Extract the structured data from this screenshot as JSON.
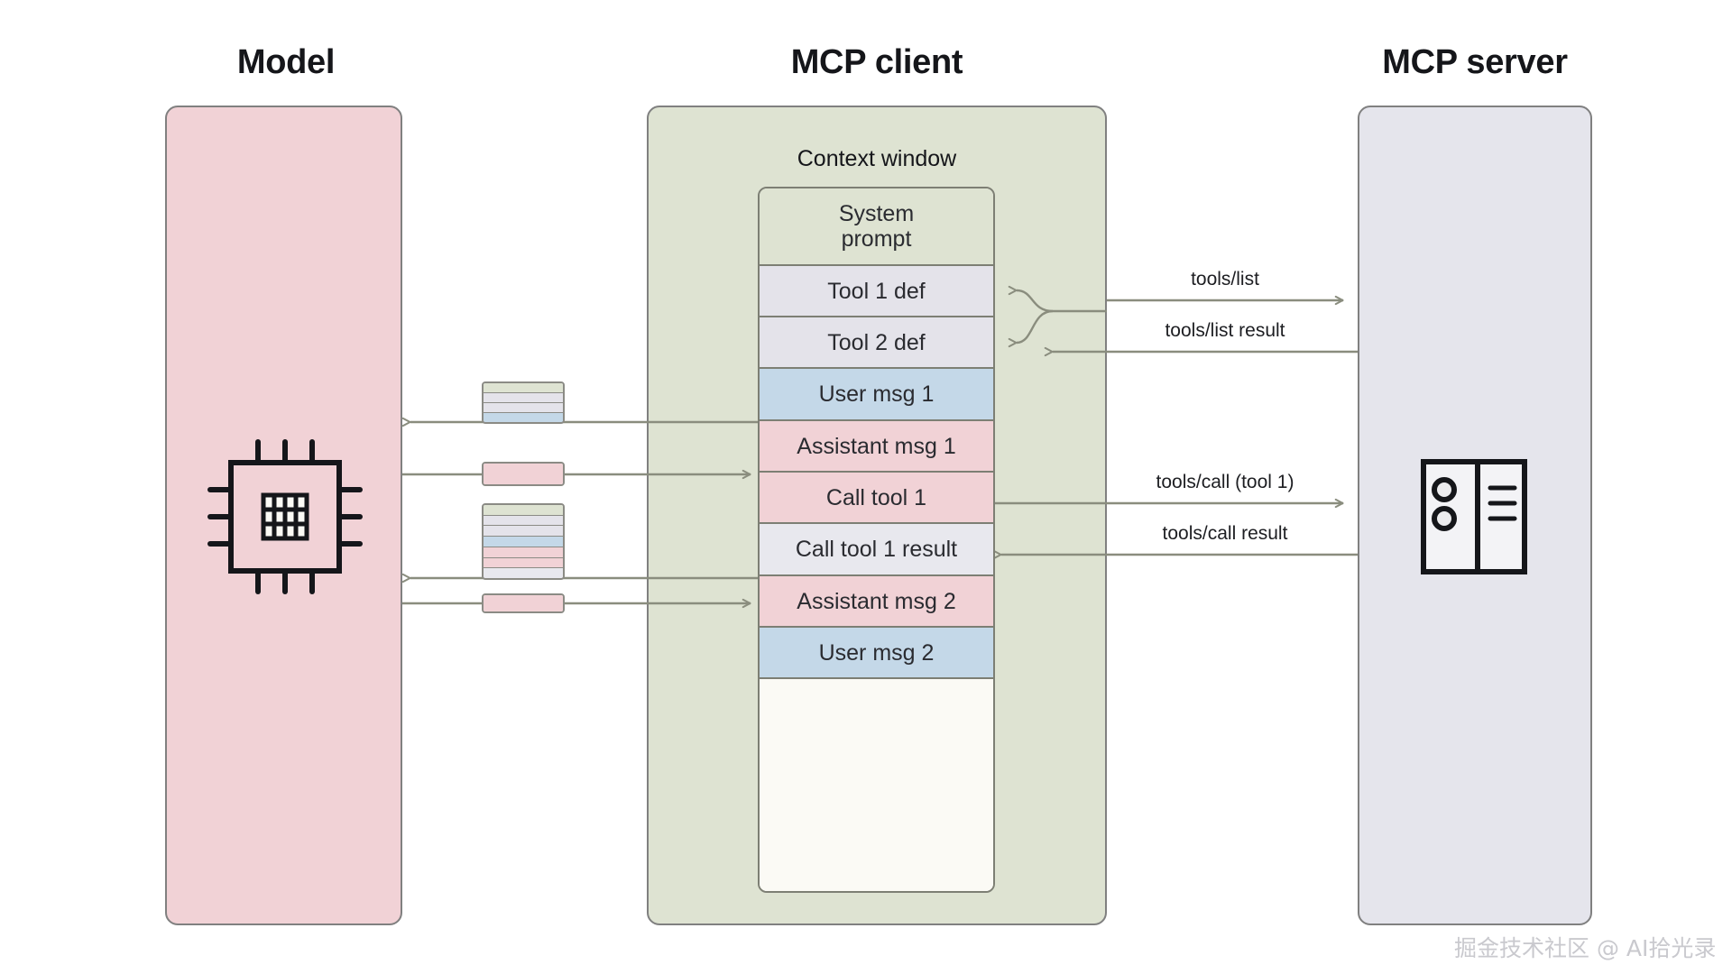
{
  "diagram": {
    "title_model": "Model",
    "title_client": "MCP client",
    "title_server": "MCP server",
    "context_window_label": "Context window",
    "watermark": "掘金技术社区 @ AI拾光录"
  },
  "colors": {
    "model_panel": "#f1d2d6",
    "client_panel": "#dee3d2",
    "server_panel": "#e5e5ec",
    "system": "#dee3d2",
    "tool_def": "#e4e3ea",
    "user_msg": "#c4d8e8",
    "assistant_msg": "#f1d2d6",
    "tool_result": "#e8e8ee",
    "empty": "#fbfaf5",
    "stroke": "#7d7f74",
    "arrow": "#8a8d7e",
    "text": "#2a2b30"
  },
  "context_rows": [
    {
      "label": "System\nprompt",
      "kind": "system",
      "fill": "#dee3d2"
    },
    {
      "label": "Tool 1 def",
      "kind": "tool-def",
      "fill": "#e4e3ea"
    },
    {
      "label": "Tool 2 def",
      "kind": "tool-def",
      "fill": "#e4e3ea"
    },
    {
      "label": "User msg 1",
      "kind": "user",
      "fill": "#c4d8e8"
    },
    {
      "label": "Assistant msg 1",
      "kind": "assistant",
      "fill": "#f1d2d6"
    },
    {
      "label": "Call tool 1",
      "kind": "assistant",
      "fill": "#f1d2d6"
    },
    {
      "label": "Call tool 1 result",
      "kind": "tool-result",
      "fill": "#e8e8ee"
    },
    {
      "label": "Assistant msg 2",
      "kind": "assistant",
      "fill": "#f1d2d6"
    },
    {
      "label": "User msg 2",
      "kind": "user",
      "fill": "#c4d8e8"
    },
    {
      "label": "",
      "kind": "empty",
      "fill": "#fbfaf5"
    }
  ],
  "server_arrows": [
    {
      "id": "tools-list",
      "label": "tools/list",
      "direction": "right"
    },
    {
      "id": "tools-list-result",
      "label": "tools/list result",
      "direction": "left"
    },
    {
      "id": "tools-call",
      "label": "tools/call (tool 1)",
      "direction": "right"
    },
    {
      "id": "tools-call-result",
      "label": "tools/call result",
      "direction": "left"
    }
  ],
  "model_arrows": [
    {
      "id": "context-to-model-1",
      "direction": "left"
    },
    {
      "id": "model-to-context-1",
      "direction": "right"
    },
    {
      "id": "context-to-model-2",
      "direction": "left"
    },
    {
      "id": "model-to-context-2",
      "direction": "right"
    }
  ],
  "token_stacks": [
    {
      "id": "tokens-prompt-1",
      "bands": [
        "#dee3d2",
        "#e4e3ea",
        "#e4e3ea",
        "#c4d8e8"
      ]
    },
    {
      "id": "tokens-completion-1",
      "bands": [
        "#f1d2d6"
      ]
    },
    {
      "id": "tokens-prompt-2",
      "bands": [
        "#dee3d2",
        "#e4e3ea",
        "#e4e3ea",
        "#c4d8e8",
        "#f1d2d6",
        "#f1d2d6",
        "#e8e8ee"
      ]
    },
    {
      "id": "tokens-completion-2",
      "bands": [
        "#f1d2d6"
      ]
    }
  ],
  "icons": {
    "model": "cpu-chip-icon",
    "server": "server-tower-icon"
  }
}
